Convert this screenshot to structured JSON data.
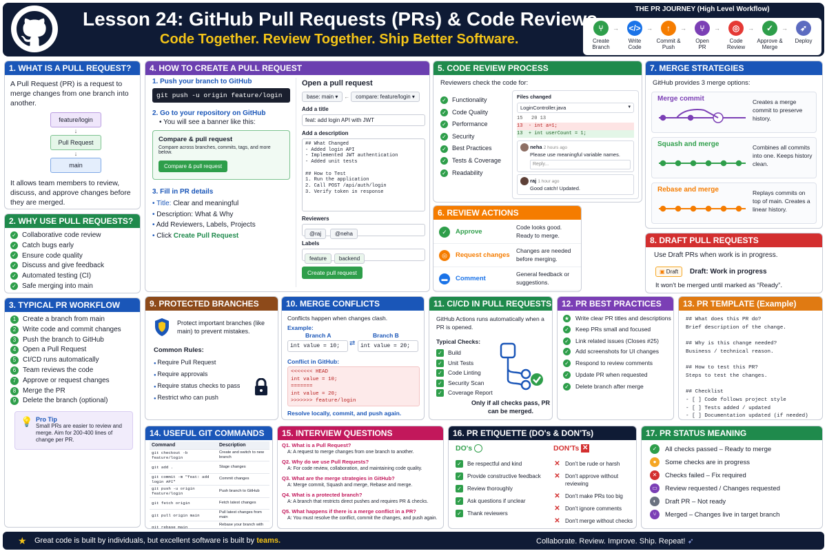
{
  "header": {
    "title": "Lesson 24: GitHub Pull Requests (PRs) & Code Reviews",
    "subtitle": "Code Together. Review Together. Ship Better Software.",
    "journey_title": "THE PR JOURNEY (High Level Workflow)",
    "journey": [
      {
        "l1": "Create",
        "l2": "Branch",
        "c": "#2e9e4a",
        "i": "⑂"
      },
      {
        "l1": "Write",
        "l2": "Code",
        "c": "#1a73e8",
        "i": "</>"
      },
      {
        "l1": "Commit &",
        "l2": "Push",
        "c": "#f57c00",
        "i": "↑"
      },
      {
        "l1": "Open",
        "l2": "PR",
        "c": "#7b3fb5",
        "i": "⑂"
      },
      {
        "l1": "Code",
        "l2": "Review",
        "c": "#e53935",
        "i": "◎"
      },
      {
        "l1": "Approve &",
        "l2": "Merge",
        "c": "#2e9e4a",
        "i": "✓"
      },
      {
        "l1": "Deploy",
        "l2": "",
        "c": "#5c6bc0",
        "i": "➶"
      }
    ]
  },
  "s1": {
    "title": "1. WHAT IS A PULL REQUEST?",
    "intro": "A Pull Request (PR) is a request to merge changes from one branch into another.",
    "b1": "feature/login",
    "b2": "Pull Request",
    "b3": "main",
    "outro": "It allows team members to review, discuss, and approve changes before they are merged."
  },
  "s2": {
    "title": "2. WHY USE PULL REQUESTS?",
    "items": [
      "Collaborative code review",
      "Catch bugs early",
      "Ensure code quality",
      "Discuss and give feedback",
      "Automated testing (CI)",
      "Safe merging into main"
    ]
  },
  "s3": {
    "title": "3. TYPICAL PR WORKFLOW",
    "items": [
      "Create a branch from main",
      "Write code and commit changes",
      "Push the branch to GitHub",
      "Open a Pull Request",
      "CI/CD runs automatically",
      "Team reviews the code",
      "Approve or request changes",
      "Merge the PR",
      "Delete the branch (optional)"
    ],
    "tip_title": "Pro Tip",
    "tip": "Small PRs are easier to review and merge. Aim for 200-400 lines of change per PR."
  },
  "s4": {
    "title": "4. HOW TO CREATE A PULL REQUEST",
    "step1": "1. Push your branch to GitHub",
    "cmd": "git push -u origin feature/login",
    "step2": "2. Go to your repository on GitHub",
    "banner_note": "You will see a banner like this:",
    "banner_title": "Compare & pull request",
    "banner_desc": "Compare across branches, commits, tags, and more below.",
    "banner_btn": "Compare & pull request",
    "step3": "3. Fill in PR details",
    "details": [
      {
        "b": "Title:",
        "t": " Clear and meaningful"
      },
      {
        "b": "",
        "t": "Description: What & Why"
      },
      {
        "b": "",
        "t": "Add Reviewers, Labels, Projects"
      },
      {
        "b": "",
        "t": "Click "
      }
    ],
    "click_link": "Create Pull Request",
    "form": {
      "heading": "Open a pull request",
      "base": "base: main",
      "compare": "compare: feature/login",
      "title_label": "Add a title",
      "title_value": "feat: add login API with JWT",
      "desc_label": "Add a description",
      "desc_lines": [
        "## What Changed",
        "- Added login API",
        "- Implemented JWT authentication",
        "- Added unit tests",
        "",
        "## How to Test",
        "1. Run the application",
        "2. Call POST /api/auth/login",
        "3. Verify token in response"
      ],
      "reviewers_label": "Reviewers",
      "reviewers": [
        "@raj",
        "@neha"
      ],
      "labels_label": "Labels",
      "labels": [
        "feature",
        "backend"
      ],
      "submit": "Create pull request"
    }
  },
  "s5": {
    "title": "5. CODE REVIEW PROCESS",
    "intro": "Reviewers check the code for:",
    "items": [
      "Functionality",
      "Code Quality",
      "Performance",
      "Security",
      "Best Practices",
      "Tests & Coverage",
      "Readability"
    ],
    "files_label": "Files changed",
    "file": "LoginController.java",
    "ln1": "15",
    "ln1b": "20 13",
    "ln2": "13",
    "del": "- int a=1;",
    "ln3": "13",
    "add": "+ int userCount = 1;",
    "c1_user": "neha",
    "c1_time": "2 hours ago",
    "c1_text": "Please use meaningful variable names.",
    "reply": "Reply...",
    "c2_user": "raj",
    "c2_time": "1 hour ago",
    "c2_text": "Good catch! Updated."
  },
  "s6": {
    "title": "6. REVIEW ACTIONS",
    "rows": [
      {
        "a": "Approve",
        "d": "Code looks good. Ready to merge.",
        "c": "#2e9e4a"
      },
      {
        "a": "Request changes",
        "d": "Changes are needed before merging.",
        "c": "#f57c00"
      },
      {
        "a": "Comment",
        "d": "General feedback or suggestions.",
        "c": "#1a73e8"
      }
    ]
  },
  "s7": {
    "title": "7. MERGE STRATEGIES",
    "intro": "GitHub provides 3 merge options:",
    "opts": [
      {
        "n": "Merge commit",
        "d": "Creates a merge commit to preserve history.",
        "c": "#7b3fb5"
      },
      {
        "n": "Squash and merge",
        "d": "Combines all commits into one. Keeps history clean.",
        "c": "#2e9e4a"
      },
      {
        "n": "Rebase and merge",
        "d": "Replays commits on top of main. Creates a linear history.",
        "c": "#f57c00"
      }
    ]
  },
  "s8": {
    "title": "8. DRAFT PULL REQUESTS",
    "intro": "Use Draft PRs when work is in progress.",
    "badge": "Draft",
    "label": "Draft: Work in progress",
    "note": "It won't be merged until marked as “Ready”."
  },
  "s9": {
    "title": "9. PROTECTED BRANCHES",
    "intro": "Protect important branches (like main) to prevent mistakes.",
    "rules_title": "Common Rules:",
    "rules": [
      "Require Pull Request",
      "Require approvals",
      "Require status checks to pass",
      "Restrict who can push"
    ]
  },
  "s10": {
    "title": "10. MERGE CONFLICTS",
    "intro": "Conflicts happen when changes clash.",
    "ex": "Example:",
    "a_label": "Branch A",
    "a_code": "int value = 10;",
    "b_label": "Branch B",
    "b_code": "int value = 20;",
    "conf_label": "Conflict in GitHub:",
    "conf_lines": [
      "<<<<<<< HEAD",
      "int value = 10;",
      "=======",
      "int value = 20;",
      ">>>>>>> feature/login"
    ],
    "resolve": "Resolve locally, commit, and push again."
  },
  "s11": {
    "title": "11. CI/CD IN PULL REQUESTS",
    "intro": "GitHub Actions runs automatically when a PR is opened.",
    "checks_title": "Typical Checks:",
    "checks": [
      "Build",
      "Unit Tests",
      "Code Linting",
      "Security Scan",
      "Coverage Report"
    ],
    "note": "Only if all checks pass, PR can be merged."
  },
  "s12": {
    "title": "12. PR BEST PRACTICES",
    "items": [
      "Write clear PR titles and descriptions",
      "Keep PRs small and focused",
      "Link related issues (Closes #25)",
      "Add screenshots for UI changes",
      "Respond to review comments",
      "Update PR when requested",
      "Delete branch after merge"
    ]
  },
  "s13": {
    "title": "13. PR TEMPLATE (Example)",
    "lines": [
      "## What does this PR do?",
      "Brief description of the change.",
      "",
      "## Why is this change needed?",
      "Business / technical reason.",
      "",
      "## How to test this PR?",
      "Steps to test the changes.",
      "",
      "## Checklist",
      "- [ ] Code follows project style",
      "- [ ] Tests added / updated",
      "- [ ] Documentation updated (if needed)"
    ]
  },
  "s14": {
    "title": "14. USEFUL GIT COMMANDS",
    "h1": "Command",
    "h2": "Description",
    "rows": [
      [
        "git checkout -b feature/login",
        "Create and switch to new branch"
      ],
      [
        "git add .",
        "Stage changes"
      ],
      [
        "git commit -m \"feat: add login API\"",
        "Commit changes"
      ],
      [
        "git push -u origin feature/login",
        "Push branch to GitHub"
      ],
      [
        "git fetch origin",
        "Fetch latest changes"
      ],
      [
        "git pull origin main",
        "Pull latest changes from main"
      ],
      [
        "git rebase main",
        "Rebase your branch with main"
      ]
    ]
  },
  "s15": {
    "title": "15. INTERVIEW QUESTIONS",
    "qa": [
      {
        "q": "Q1. What is a Pull Request?",
        "a": "A: A request to merge changes from one branch to another."
      },
      {
        "q": "Q2. Why do we use Pull Requests?",
        "a": "A: For code review, collaboration, and maintaining code quality."
      },
      {
        "q": "Q3. What are the merge strategies in GitHub?",
        "a": "A: Merge commit, Squash and merge, Rebase and merge."
      },
      {
        "q": "Q4. What is a protected branch?",
        "a": "A: A branch that restricts direct pushes and requires PR & checks."
      },
      {
        "q": "Q5. What happens if there is a merge conflict in a PR?",
        "a": "A: You must resolve the conflict, commit the changes, and push again."
      }
    ]
  },
  "s16": {
    "title": "16. PR ETIQUETTE (DO's & DON'Ts)",
    "do_title": "DO's",
    "dont_title": "DON'Ts",
    "dos": [
      "Be respectful and kind",
      "Provide constructive feedback",
      "Review thoroughly",
      "Ask questions if unclear",
      "Thank reviewers"
    ],
    "donts": [
      "Don't be rude or harsh",
      "Don't approve without reviewing",
      "Don't make PRs too big",
      "Don't ignore comments",
      "Don't merge without checks"
    ]
  },
  "s17": {
    "title": "17. PR STATUS MEANING",
    "items": [
      {
        "t": "All checks passed – Ready to merge",
        "c": "#2e9e4a",
        "i": "✓"
      },
      {
        "t": "Some checks are in progress",
        "c": "#f5a623",
        "i": "●"
      },
      {
        "t": "Checks failed – Fix required",
        "c": "#d32f2f",
        "i": "✕"
      },
      {
        "t": "Review requested / Changes requested",
        "c": "#7b3fb5",
        "i": "▭"
      },
      {
        "t": "Draft PR – Not ready",
        "c": "#6b7280",
        "i": "◐"
      },
      {
        "t": "Merged – Changes live in target branch",
        "c": "#7b3fb5",
        "i": "⑂"
      }
    ]
  },
  "footer": {
    "left": "Great code is built by individuals, but excellent software is built by ",
    "left_em": "teams.",
    "right": "Collaborate. Review. Improve. Ship. Repeat!"
  }
}
